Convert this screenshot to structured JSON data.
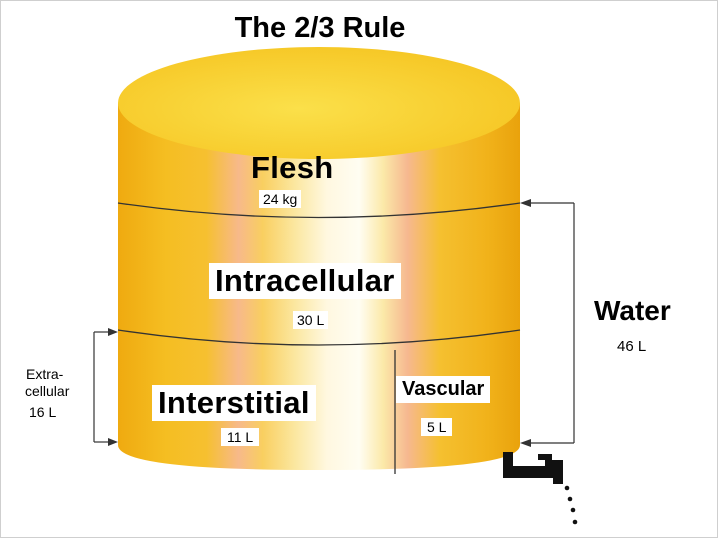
{
  "title": "The 2/3 Rule",
  "compartments": {
    "flesh": {
      "label": "Flesh",
      "amount": "24 kg"
    },
    "intracellular": {
      "label": "Intracellular",
      "amount": "30 L"
    },
    "interstitial": {
      "label": "Interstitial",
      "amount": "11 L"
    },
    "vascular": {
      "label": "Vascular",
      "amount": "5 L"
    }
  },
  "extracellular": {
    "line1": "Extra-",
    "line2": "cellular",
    "amount": "16 L"
  },
  "water": {
    "label": "Water",
    "amount": "46 L"
  },
  "colors": {
    "cylinder_gold": "#f3b81a",
    "cylinder_top": "#f9d63a",
    "highlight": "#fffbe6",
    "stripe_peach": "#f6b58a",
    "outline": "#333333"
  },
  "icons": [
    "faucet-icon",
    "water-drop-icon"
  ]
}
